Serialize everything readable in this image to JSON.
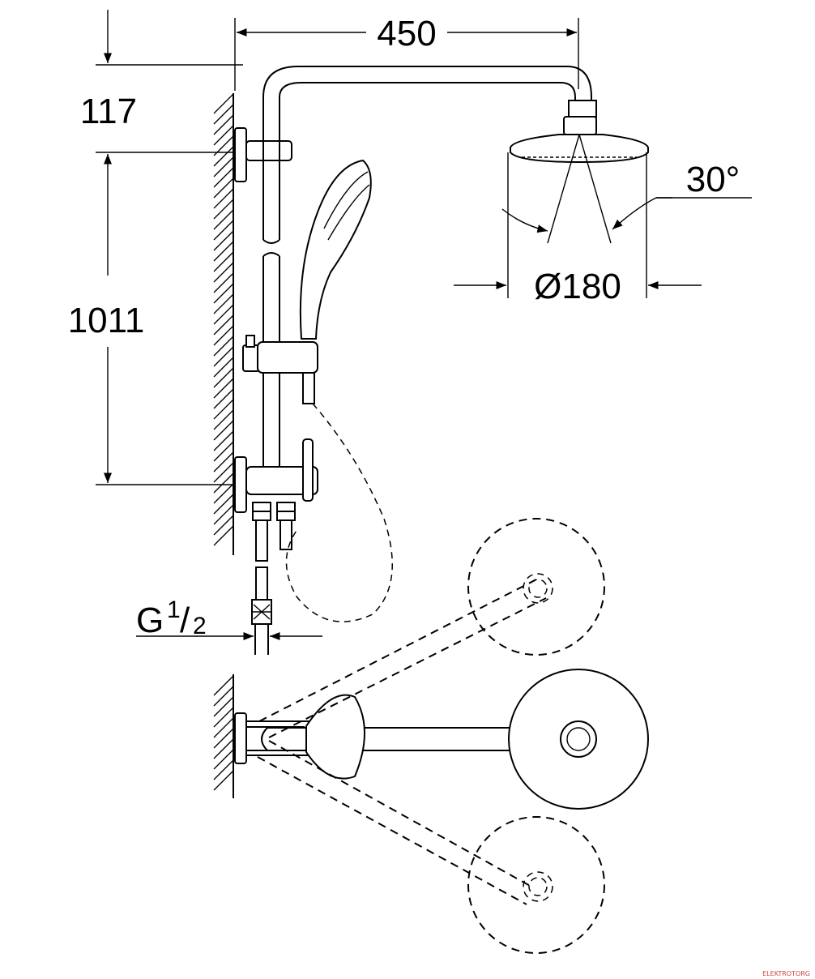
{
  "dimensions": {
    "arm_length": "450",
    "top_offset": "117",
    "rail_length": "1011",
    "spray_angle": "30°",
    "head_diameter": "Ø180",
    "connection_thread": "G",
    "thread_num": "1",
    "thread_slash": "/",
    "thread_den": "2"
  },
  "watermark": "ELEKTROTORG"
}
